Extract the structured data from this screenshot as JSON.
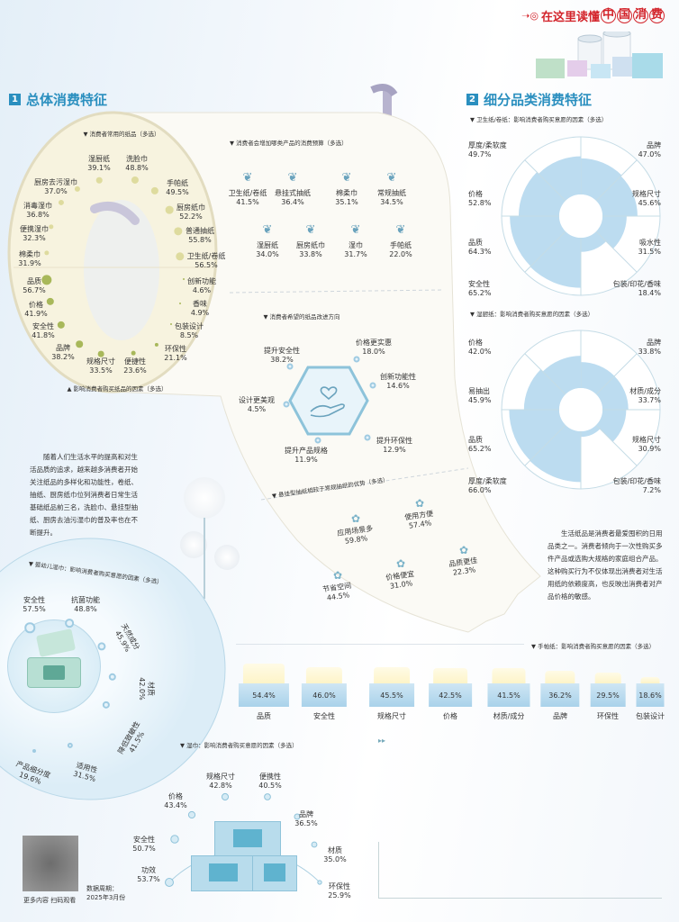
{
  "header": {
    "lead": "在这里读懂",
    "chars": [
      "中",
      "国",
      "消",
      "费"
    ],
    "accent": "#d3242b"
  },
  "section1": {
    "num": "1",
    "title": "总体消费特征"
  },
  "section2": {
    "num": "2",
    "title": "细分品类消费特征"
  },
  "common_products": {
    "title": "▼ 消费者常用的纸品（多选）",
    "items": [
      {
        "label": "湿厨纸",
        "value": "39.1%",
        "v": 39.1
      },
      {
        "label": "洗脸巾",
        "value": "48.8%",
        "v": 48.8
      },
      {
        "label": "手帕纸",
        "value": "49.5%",
        "v": 49.5
      },
      {
        "label": "厨房纸巾",
        "value": "52.2%",
        "v": 52.2
      },
      {
        "label": "普通抽纸",
        "value": "55.8%",
        "v": 55.8
      },
      {
        "label": "卫生纸/卷纸",
        "value": "56.5%",
        "v": 56.5
      },
      {
        "label": "厨房去污湿巾",
        "value": "37.0%",
        "v": 37.0
      },
      {
        "label": "消毒湿巾",
        "value": "36.8%",
        "v": 36.8
      },
      {
        "label": "便携湿巾",
        "value": "32.3%",
        "v": 32.3
      },
      {
        "label": "棉柔巾",
        "value": "31.9%",
        "v": 31.9
      }
    ]
  },
  "purchase_factors": {
    "title": "▲ 影响消费者购买纸品的因素（多选）",
    "items": [
      {
        "label": "品质",
        "value": "56.7%",
        "v": 56.7
      },
      {
        "label": "价格",
        "value": "41.9%",
        "v": 41.9
      },
      {
        "label": "安全性",
        "value": "41.8%",
        "v": 41.8
      },
      {
        "label": "品牌",
        "value": "38.2%",
        "v": 38.2
      },
      {
        "label": "规格尺寸",
        "value": "33.5%",
        "v": 33.5
      },
      {
        "label": "便捷性",
        "value": "23.6%",
        "v": 23.6
      },
      {
        "label": "环保性",
        "value": "21.1%",
        "v": 21.1
      },
      {
        "label": "包装设计",
        "value": "8.5%",
        "v": 8.5
      },
      {
        "label": "香味",
        "value": "4.9%",
        "v": 4.9
      },
      {
        "label": "创新功能",
        "value": "4.6%",
        "v": 4.6
      }
    ]
  },
  "budget": {
    "title": "▼ 消费者会增加哪类产品的消费预算（多选）",
    "items": [
      {
        "label": "卫生纸/卷纸",
        "value": "41.5%"
      },
      {
        "label": "悬挂式抽纸",
        "value": "36.4%"
      },
      {
        "label": "棉柔巾",
        "value": "35.1%"
      },
      {
        "label": "常规抽纸",
        "value": "34.5%"
      },
      {
        "label": "湿厨纸",
        "value": "34.0%"
      },
      {
        "label": "厨房纸巾",
        "value": "33.8%"
      },
      {
        "label": "湿巾",
        "value": "31.7%"
      },
      {
        "label": "手帕纸",
        "value": "22.0%"
      }
    ]
  },
  "improve": {
    "title": "▼ 消费者希望的纸品改进方向",
    "items": [
      {
        "label": "提升安全性",
        "value": "38.2%"
      },
      {
        "label": "价格更实惠",
        "value": "18.0%"
      },
      {
        "label": "创新功能性",
        "value": "14.6%"
      },
      {
        "label": "设计更美观",
        "value": "4.5%"
      },
      {
        "label": "提升环保性",
        "value": "12.9%"
      },
      {
        "label": "提升产品规格",
        "value": "11.9%"
      }
    ]
  },
  "hanging": {
    "title": "▼ 悬挂型抽纸相较于常规抽纸的优势（多选）",
    "items": [
      {
        "label": "应用场景多",
        "value": "59.8%"
      },
      {
        "label": "使用方便",
        "value": "57.4%"
      },
      {
        "label": "节省空间",
        "value": "44.5%"
      },
      {
        "label": "价格便宜",
        "value": "31.0%"
      },
      {
        "label": "品质更佳",
        "value": "22.3%"
      }
    ]
  },
  "intro_text": "随着人们生活水平的提高和对生活品质的追求，越来越多消费者开始关注纸品的多样化和功能性，卷纸、抽纸、厨房纸巾位列消费者日常生活基础纸品前三名，洗脸巾、悬挂型抽纸、厨房去油污湿巾的普及率也在不断提升。",
  "right_text": "生活纸品是消费者最爱囤积的日用品类之一。消费者倾向于一次性购买多件产品或选购大规格的家庭组合产品。这种购买行为不仅体现出消费者对生活用纸的依赖度高，也反映出消费者对产品价格的敏感。",
  "chart_data": [
    {
      "type": "radial-bar",
      "title": "▼ 卫生纸/卷纸：影响消费者购买意愿的因素（多选）",
      "categories": [
        "品牌",
        "规格尺寸",
        "吸水性",
        "包装/印花/香味",
        "安全性",
        "品质",
        "价格",
        "厚度/柔软度"
      ],
      "values": [
        47.0,
        45.6,
        31.5,
        18.4,
        65.2,
        64.3,
        52.8,
        49.7
      ],
      "labels": [
        "47.0%",
        "45.6%",
        "31.5%",
        "18.4%",
        "65.2%",
        "64.3%",
        "52.8%",
        "49.7%"
      ],
      "color": "#bcdcf0"
    },
    {
      "type": "radial-bar",
      "title": "▼ 湿厨纸：影响消费者购买意愿的因素（多选）",
      "categories": [
        "品牌",
        "材质/成分",
        "规格尺寸",
        "包装/印花/香味",
        "厚度/柔软度",
        "品质",
        "易抽出",
        "价格"
      ],
      "values": [
        33.8,
        33.7,
        30.9,
        7.2,
        66.0,
        65.2,
        45.9,
        42.0
      ],
      "labels": [
        "33.8%",
        "33.7%",
        "30.9%",
        "7.2%",
        "66.0%",
        "65.2%",
        "45.9%",
        "42.0%"
      ],
      "color": "#bcdcf0"
    },
    {
      "type": "bar",
      "title": "▼ 手帕纸：影响消费者购买意愿的因素（多选）",
      "categories": [
        "品质",
        "安全性",
        "规格尺寸",
        "价格",
        "材质/成分",
        "品牌",
        "环保性",
        "包装设计"
      ],
      "values": [
        54.4,
        46.0,
        45.5,
        42.5,
        41.5,
        36.2,
        29.5,
        18.6
      ],
      "labels": [
        "54.4%",
        "46.0%",
        "45.5%",
        "42.5%",
        "41.5%",
        "36.2%",
        "29.5%",
        "18.6%"
      ]
    },
    {
      "type": "scatter",
      "title": "▼ 湿巾：影响消费者购买意愿的因素（多选）",
      "categories": [
        "功效",
        "安全性",
        "价格",
        "规格尺寸",
        "便携性",
        "品牌",
        "材质",
        "环保性"
      ],
      "values": [
        53.7,
        50.7,
        43.4,
        42.8,
        40.5,
        36.5,
        35.0,
        25.9
      ],
      "labels": [
        "53.7%",
        "50.7%",
        "43.4%",
        "42.8%",
        "40.5%",
        "36.5%",
        "35.0%",
        "25.9%"
      ]
    },
    {
      "type": "scatter",
      "title": "▼ 婴幼儿湿巾：影响消费者购买意愿的因素（多选）",
      "categories": [
        "安全性",
        "抗菌功能",
        "天然成分",
        "材质",
        "降低致敏性",
        "适用性",
        "产品细分度"
      ],
      "values": [
        57.5,
        48.8,
        45.9,
        42.0,
        41.5,
        31.5,
        19.6
      ],
      "labels": [
        "57.5%",
        "48.8%",
        "45.9%",
        "42.0%",
        "41.5%",
        "31.5%",
        "19.6%"
      ]
    }
  ],
  "footer": {
    "qr_caption": "更多内容 扫码观看",
    "period_label": "数据周期：",
    "period_value": "2025年3月份",
    "arrows": "▸▸"
  }
}
